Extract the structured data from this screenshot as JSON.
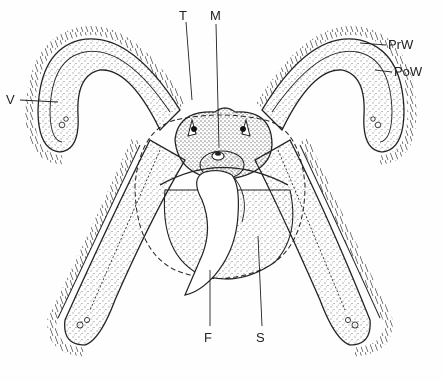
{
  "figure": {
    "labels": {
      "T": "T",
      "M": "M",
      "PrW": "PrW",
      "PoW": "PoW",
      "V": "V",
      "F": "F",
      "S": "S"
    },
    "colors": {
      "ink": "#222222",
      "stipple": "#555555",
      "paper": "#fefefe"
    }
  }
}
